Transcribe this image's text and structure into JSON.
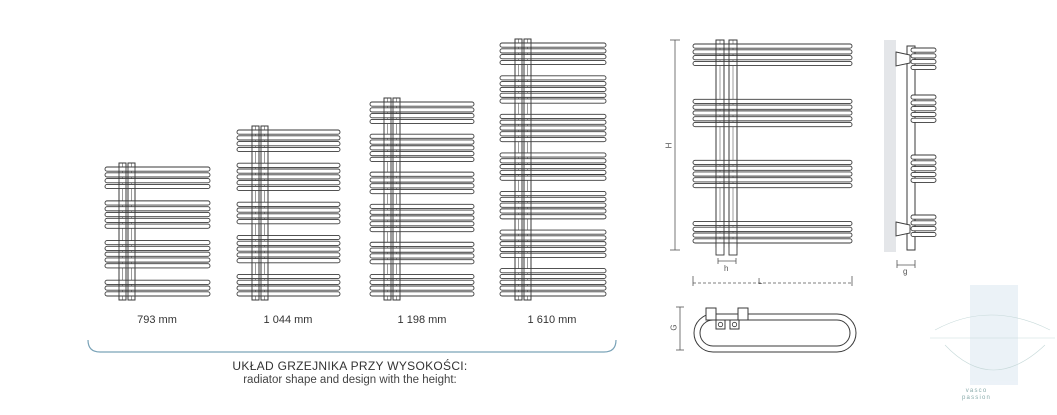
{
  "heights": [
    {
      "label": "793 mm",
      "groups": [
        4,
        5,
        5,
        3
      ]
    },
    {
      "label": "1 044 mm",
      "groups": [
        4,
        5,
        4,
        5,
        4
      ]
    },
    {
      "label": "1 198 mm",
      "groups": [
        4,
        5,
        4,
        5,
        4,
        4
      ]
    },
    {
      "label": "1 610 mm",
      "groups": [
        4,
        5,
        5,
        5,
        5,
        5,
        5
      ]
    }
  ],
  "caption": {
    "line1": "UKŁAD GRZEJNIKA PRZY WYSOKOŚCI:",
    "line2": "radiator shape and design with the height:"
  },
  "dimensions": {
    "H": "H",
    "h": "h",
    "L": "L",
    "g": "g",
    "G": "G"
  },
  "watermark": {
    "line1": "vasco",
    "line2": "passion"
  },
  "colors": {
    "stroke": "#3a3a3a",
    "accent": "#7aa3b8",
    "shade": "#e4e6e9"
  }
}
